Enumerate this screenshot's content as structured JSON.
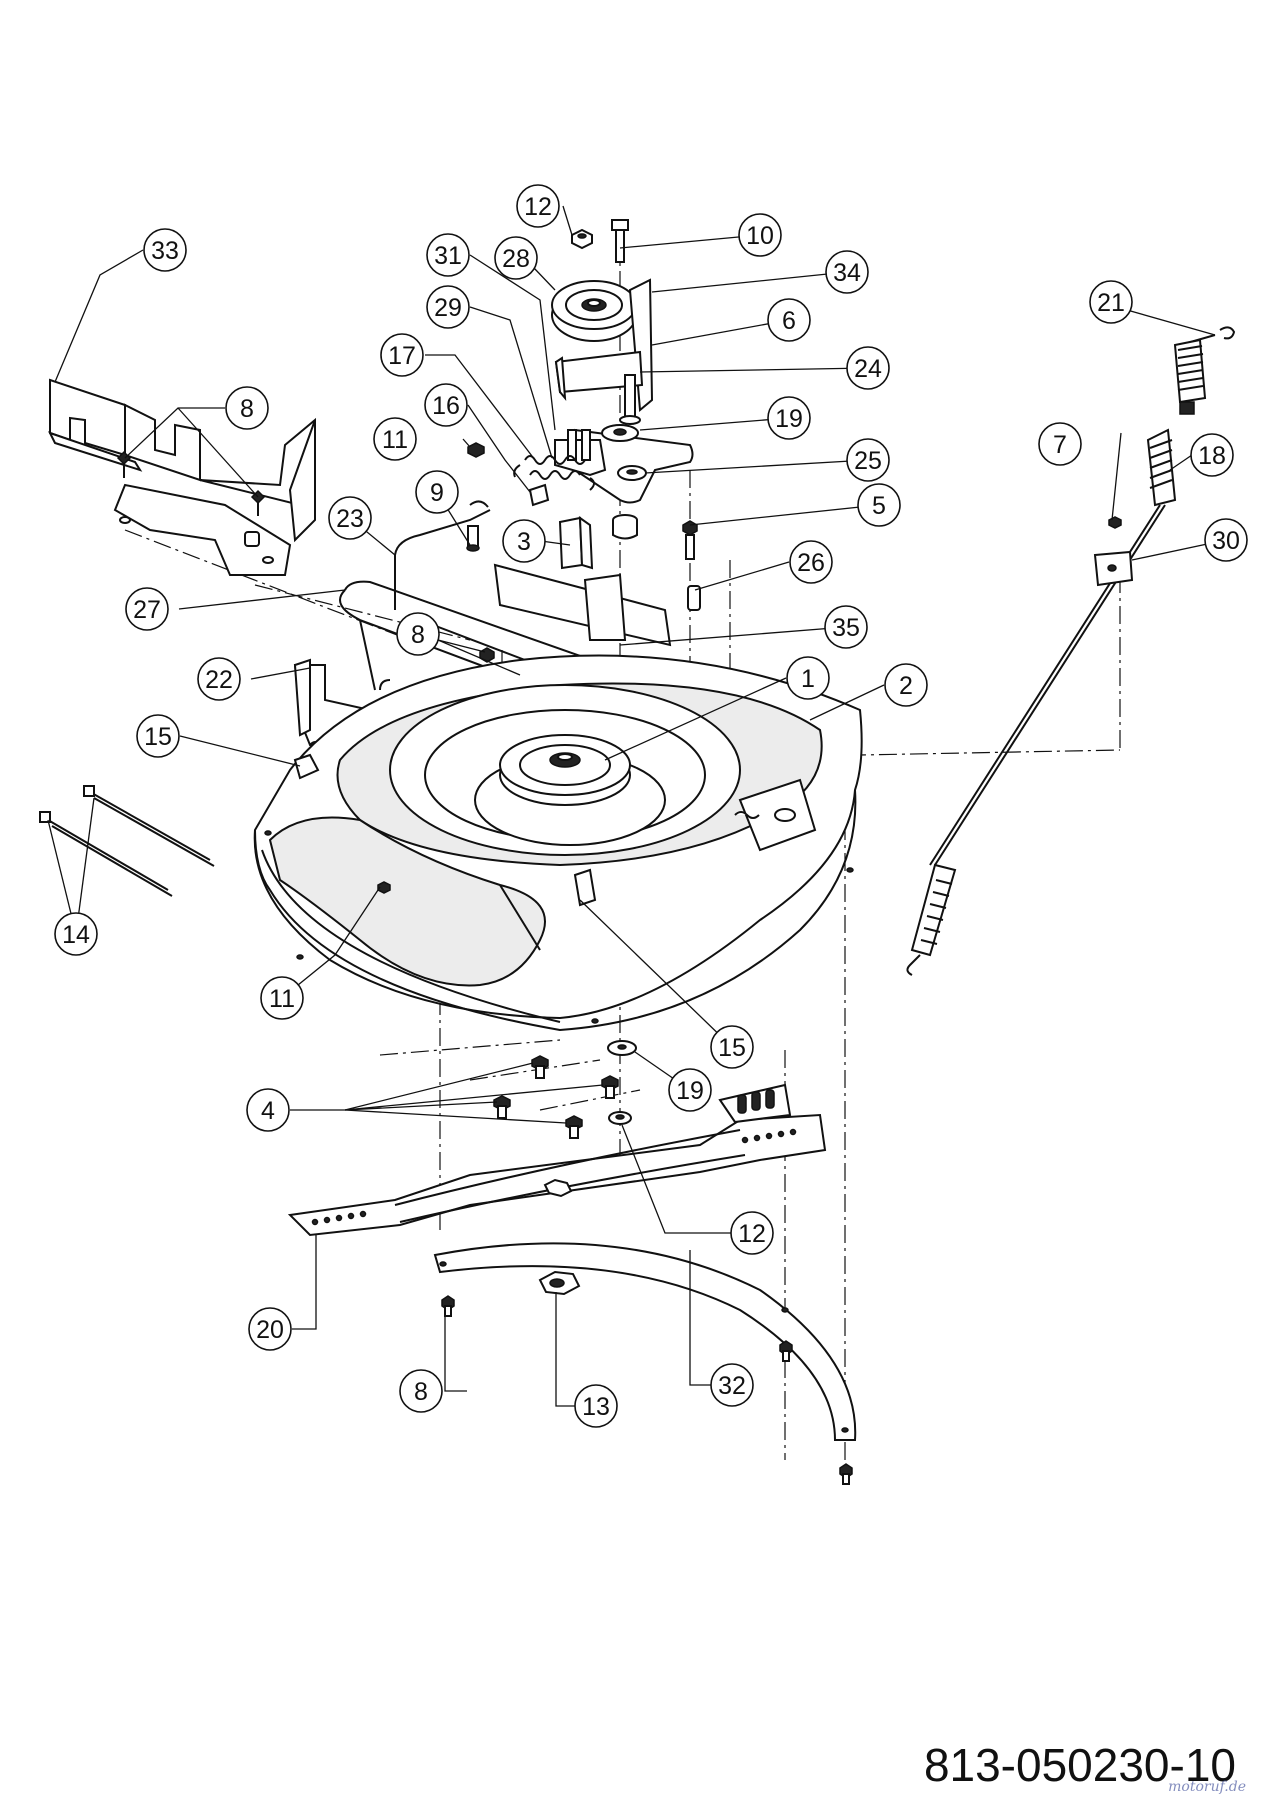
{
  "drawing_number": "813-050230-10",
  "watermark": {
    "brand": "motoruf",
    "suffix": ".de"
  },
  "callouts": [
    {
      "label": "1",
      "cx": 0,
      "cy": 0
    },
    {
      "label": "2"
    },
    {
      "label": "3"
    },
    {
      "label": "4"
    },
    {
      "label": "5"
    },
    {
      "label": "6"
    },
    {
      "label": "7"
    },
    {
      "label": "8"
    },
    {
      "label": "9"
    },
    {
      "label": "10"
    },
    {
      "label": "11"
    },
    {
      "label": "12"
    },
    {
      "label": "13"
    },
    {
      "label": "14"
    },
    {
      "label": "15"
    },
    {
      "label": "16"
    },
    {
      "label": "17"
    },
    {
      "label": "18"
    },
    {
      "label": "19"
    },
    {
      "label": "20"
    },
    {
      "label": "21"
    },
    {
      "label": "22"
    },
    {
      "label": "23"
    },
    {
      "label": "24"
    },
    {
      "label": "25"
    },
    {
      "label": "26"
    },
    {
      "label": "27"
    },
    {
      "label": "28"
    },
    {
      "label": "29"
    },
    {
      "label": "30"
    },
    {
      "label": "31"
    },
    {
      "label": "32"
    },
    {
      "label": "33"
    },
    {
      "label": "34"
    },
    {
      "label": "35"
    }
  ]
}
